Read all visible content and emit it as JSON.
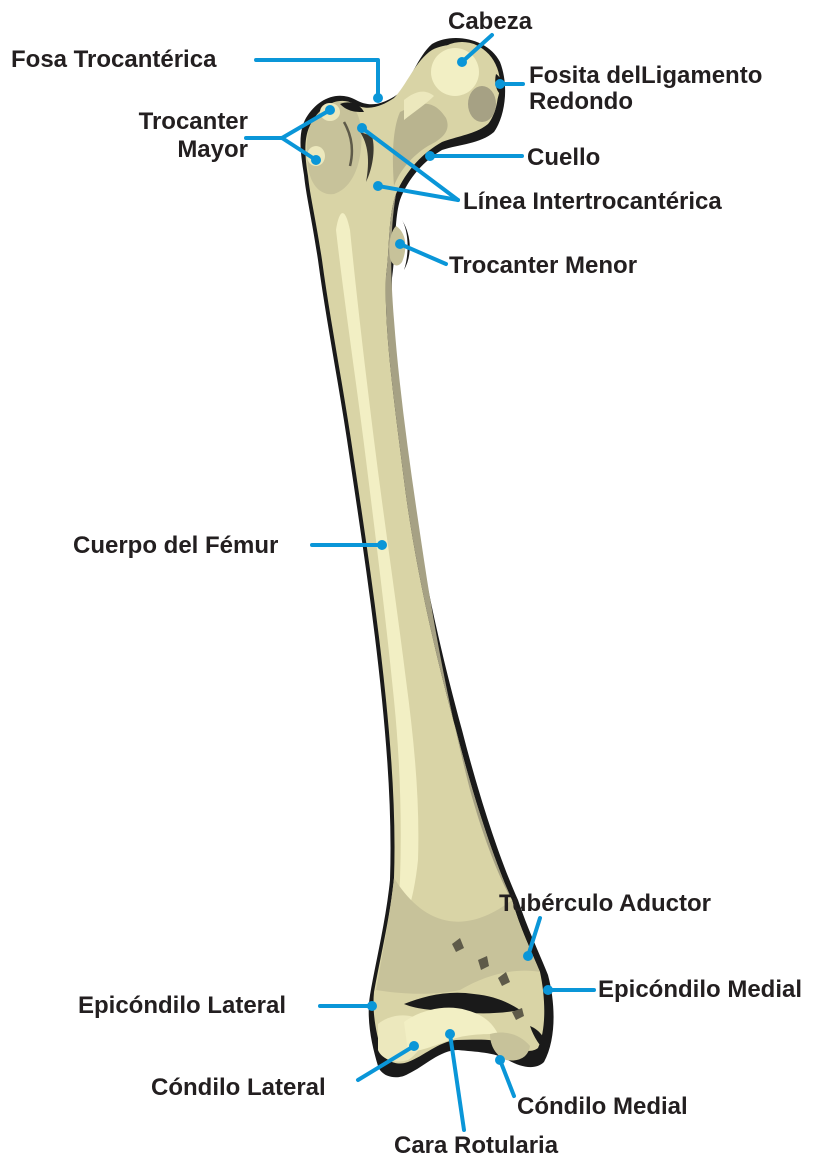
{
  "labels": {
    "cabeza": "Cabeza",
    "fosa_trocanterica": "Fosa Trocantérica",
    "fosita_ligamento_1": "Fosita delLigamento",
    "fosita_ligamento_2": "Redondo",
    "trocanter_mayor_1": "Trocanter",
    "trocanter_mayor_2": "Mayor",
    "cuello": "Cuello",
    "linea_intertrocanterica": "Línea Intertrocantérica",
    "trocanter_menor": "Trocanter Menor",
    "cuerpo_femur": "Cuerpo del Fémur",
    "tuberculo_aductor": "Tubérculo Aductor",
    "epicondilo_lateral": "Epicóndilo Lateral",
    "epicondilo_medial": "Epicóndilo Medial",
    "condilo_lateral": "Cóndilo Lateral",
    "condilo_medial": "Cóndilo Medial",
    "cara_rotularia": "Cara Rotularia"
  },
  "colors": {
    "leader": "#0a96d8",
    "bone_light": "#f2efc4",
    "bone_mid": "#d9d4a6",
    "bone_shade": "#a6a184",
    "bone_dark": "#85806a",
    "outline": "#1a1a1a",
    "text": "#231f20"
  }
}
